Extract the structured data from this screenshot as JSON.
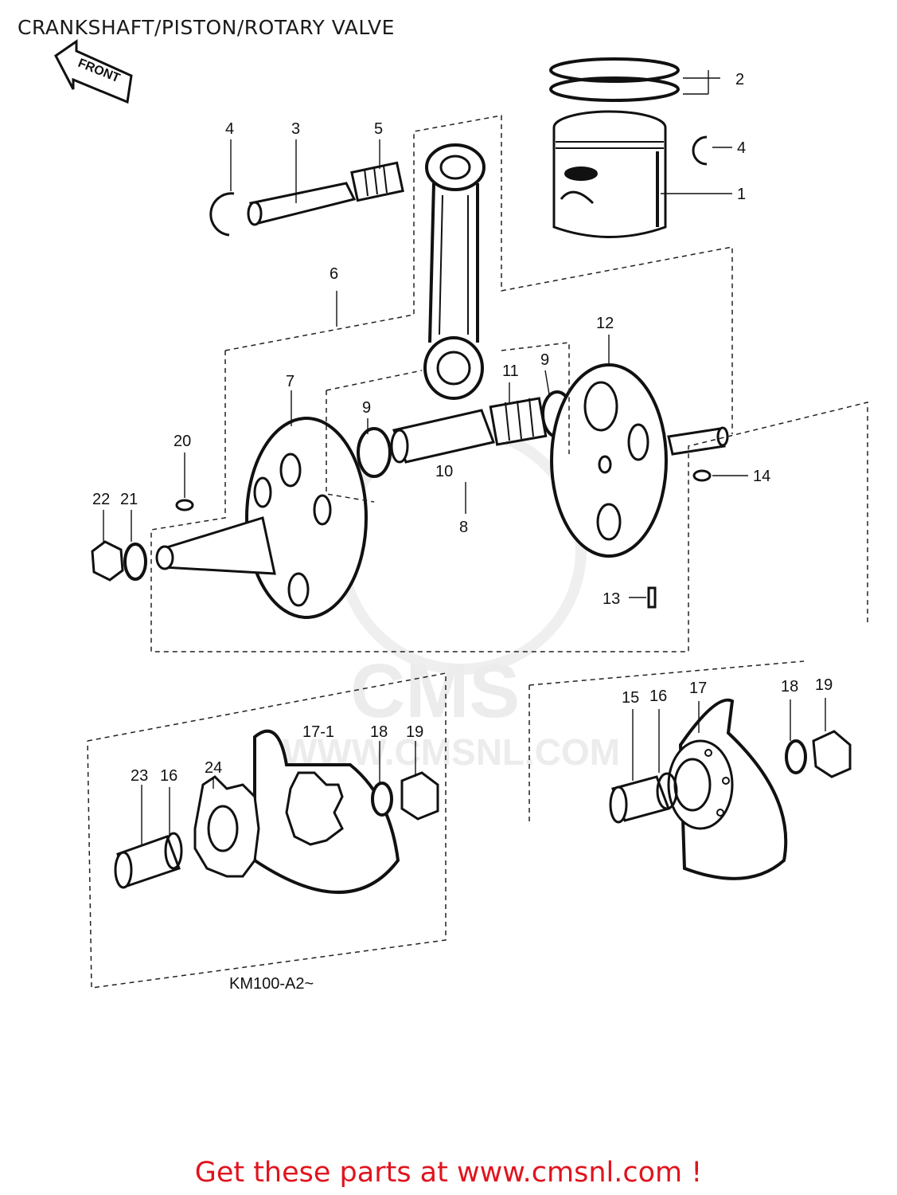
{
  "header": {
    "title": "CRANKSHAFT/PISTON/ROTARY VALVE"
  },
  "front_arrow": {
    "label": "FRONT"
  },
  "watermark": {
    "logo": "CMS",
    "url": "WWW.CMSNL.COM"
  },
  "parts": [
    {
      "id": "p1",
      "label": "1"
    },
    {
      "id": "p2",
      "label": "2"
    },
    {
      "id": "p3",
      "label": "3"
    },
    {
      "id": "p4a",
      "label": "4"
    },
    {
      "id": "p4b",
      "label": "4"
    },
    {
      "id": "p5",
      "label": "5"
    },
    {
      "id": "p6",
      "label": "6"
    },
    {
      "id": "p7",
      "label": "7"
    },
    {
      "id": "p8",
      "label": "8"
    },
    {
      "id": "p9a",
      "label": "9"
    },
    {
      "id": "p9b",
      "label": "9"
    },
    {
      "id": "p10",
      "label": "10"
    },
    {
      "id": "p11",
      "label": "11"
    },
    {
      "id": "p12",
      "label": "12"
    },
    {
      "id": "p13",
      "label": "13"
    },
    {
      "id": "p14",
      "label": "14"
    },
    {
      "id": "p15",
      "label": "15"
    },
    {
      "id": "p16a",
      "label": "16"
    },
    {
      "id": "p16b",
      "label": "16"
    },
    {
      "id": "p17",
      "label": "17"
    },
    {
      "id": "p17-1",
      "label": "17-1"
    },
    {
      "id": "p18a",
      "label": "18"
    },
    {
      "id": "p18b",
      "label": "18"
    },
    {
      "id": "p19a",
      "label": "19"
    },
    {
      "id": "p19b",
      "label": "19"
    },
    {
      "id": "p20",
      "label": "20"
    },
    {
      "id": "p21",
      "label": "21"
    },
    {
      "id": "p22",
      "label": "22"
    },
    {
      "id": "p23",
      "label": "23"
    },
    {
      "id": "p24",
      "label": "24"
    }
  ],
  "model_note": "KM100-A2~",
  "footer": {
    "link_text": "Get these parts at www.cmsnl.com !",
    "link_color": "#e0141e"
  }
}
